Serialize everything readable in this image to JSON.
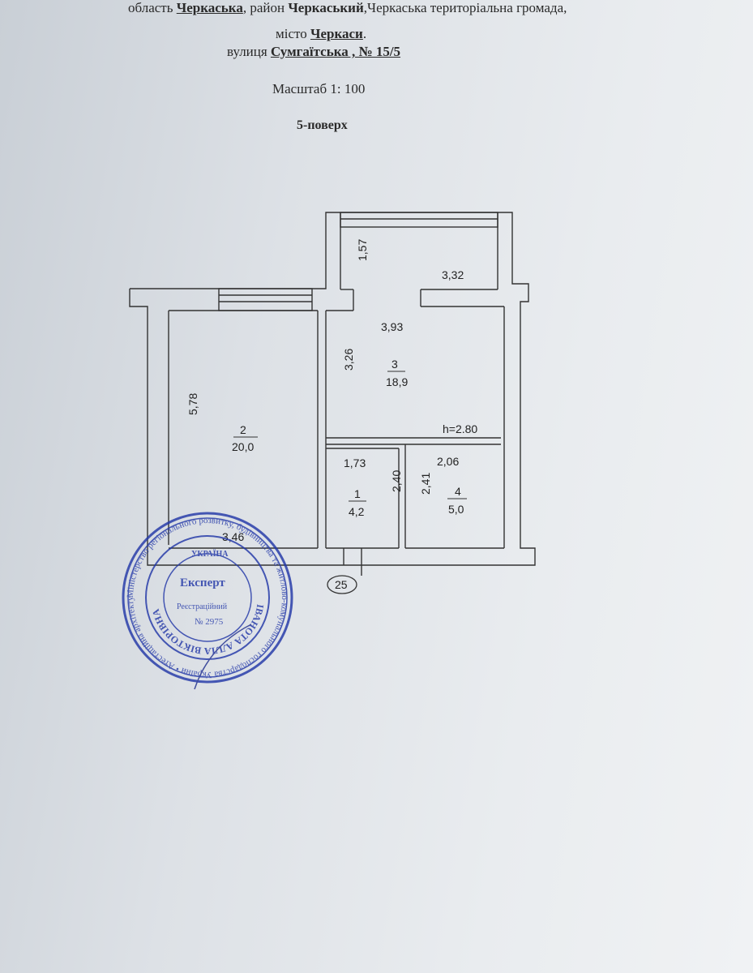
{
  "header": {
    "line1_prefix": "область ",
    "oblast": "Черкаська",
    "line1_mid": ", район ",
    "raion": "Черкаський",
    "line1_suffix": ",Черкаська територіальна  громада,",
    "line2_prefix": "місто ",
    "city": "Черкаси",
    "line2_suffix": ".",
    "line3_prefix": "вулиця ",
    "street": "Сумгаїтська , № 15/5",
    "scale": "Масштаб 1: 100",
    "floor": "5-поверх"
  },
  "plan": {
    "height_label": "h=2.80",
    "marker": "25",
    "dimensions": {
      "balcony_depth": "1,57",
      "balcony_width": "3,32",
      "room3_width": "3,93",
      "room3_depth": "3,26",
      "room2_depth": "5,78",
      "room2_width": "3,46",
      "room1_width": "1,73",
      "room1_depth": "2,40",
      "room4_width": "2,06",
      "room4_depth": "2,41"
    },
    "rooms": [
      {
        "number": "1",
        "area": "4,2"
      },
      {
        "number": "2",
        "area": "20,0"
      },
      {
        "number": "3",
        "area": "18,9"
      },
      {
        "number": "4",
        "area": "5,0"
      }
    ]
  },
  "stamp": {
    "title": "Експерт",
    "reg_label": "Реєстраційний",
    "reg_number": "№ 2975",
    "country": "УКРАЇНА",
    "name": "ІВАНОТА АЛЛА ВІКТОРІВНА",
    "ring_text": "Міністерство регіонального розвитку, будівництва та житлово-комунального господарства України • Атестаційна архітектурно-будівельна комісія • Кваліфікаційний сертифікат •"
  }
}
